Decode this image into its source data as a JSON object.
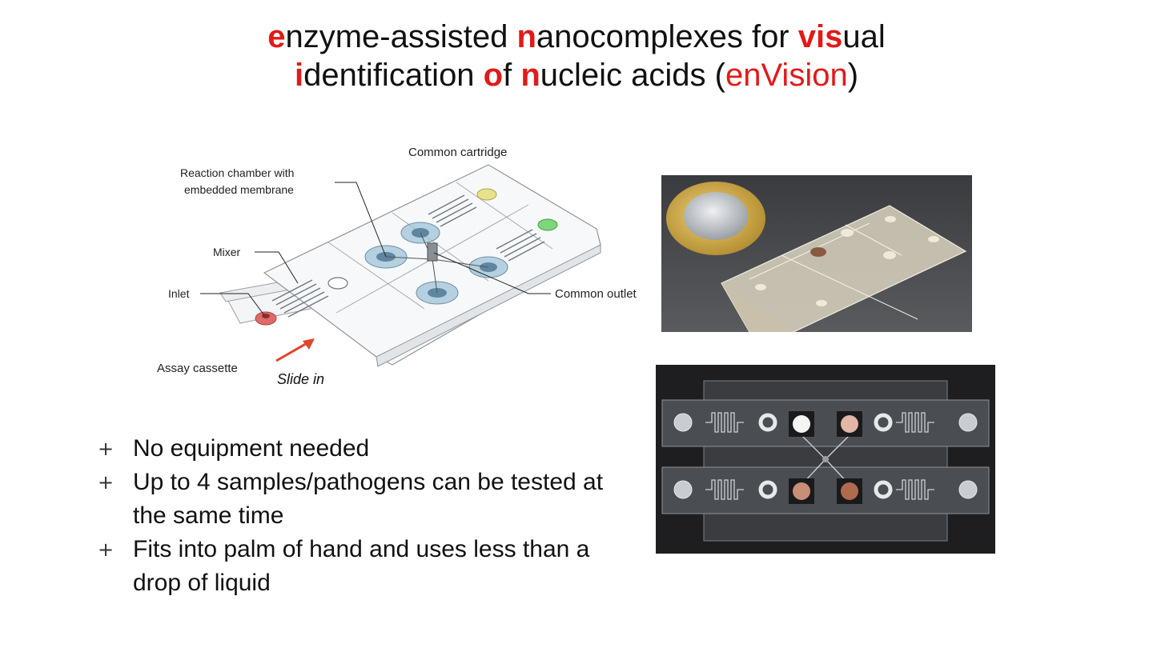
{
  "title": {
    "line1": [
      {
        "t": "e",
        "style": "rb"
      },
      {
        "t": "nzyme-assisted ",
        "style": "n"
      },
      {
        "t": "n",
        "style": "rb"
      },
      {
        "t": "anocomplexes for ",
        "style": "n"
      },
      {
        "t": "vis",
        "style": "rb"
      },
      {
        "t": "ual",
        "style": "n"
      }
    ],
    "line2": [
      {
        "t": "i",
        "style": "rb"
      },
      {
        "t": "dentification ",
        "style": "n"
      },
      {
        "t": "o",
        "style": "rb"
      },
      {
        "t": "f ",
        "style": "n"
      },
      {
        "t": "n",
        "style": "rb"
      },
      {
        "t": "ucleic acids (",
        "style": "n"
      },
      {
        "t": "enVision",
        "style": "r"
      },
      {
        "t": ")",
        "style": "n"
      }
    ]
  },
  "diagram": {
    "labels": {
      "common_cartridge": "Common cartridge",
      "reaction_chamber_1": "Reaction chamber with",
      "reaction_chamber_2": "embedded membrane",
      "mixer": "Mixer",
      "inlet": "Inlet",
      "common_outlet": "Common outlet",
      "assay_cassette": "Assay cassette",
      "slide_in": "Slide in"
    },
    "colors": {
      "inlet": "#e06a6a",
      "yellow_port": "#e8e28a",
      "green_port": "#7dd67a",
      "chamber": "#9ec3d8",
      "arrow": "#e0452a"
    }
  },
  "bullets": [
    {
      "marker": "+",
      "text": "No equipment needed"
    },
    {
      "marker": "+",
      "text": "Up to 4 samples/pathogens can be tested at the same time"
    },
    {
      "marker": "+",
      "text": "Fits into palm of hand and uses less than a drop of liquid"
    }
  ],
  "colors": {
    "accent_red": "#e11a1a"
  }
}
